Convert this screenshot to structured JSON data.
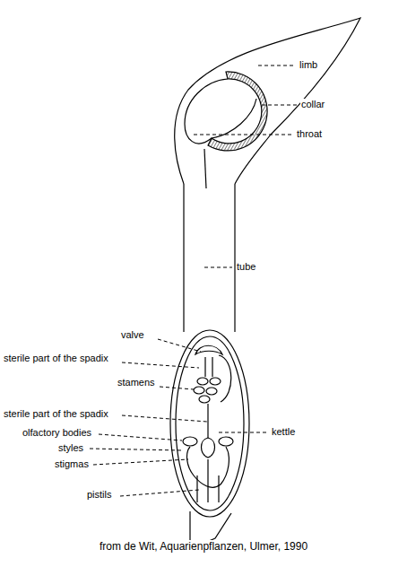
{
  "diagram": {
    "caption": "from de Wit, Aquarienpflanzen, Ulmer, 1990",
    "labels": [
      "limb",
      "collar",
      "throat",
      "tube",
      "valve",
      "sterile part of the spadix",
      "stamens",
      "sterile part of the spadix",
      "kettle",
      "olfactory bodies",
      "styles",
      "stigmas",
      "pistils"
    ]
  }
}
